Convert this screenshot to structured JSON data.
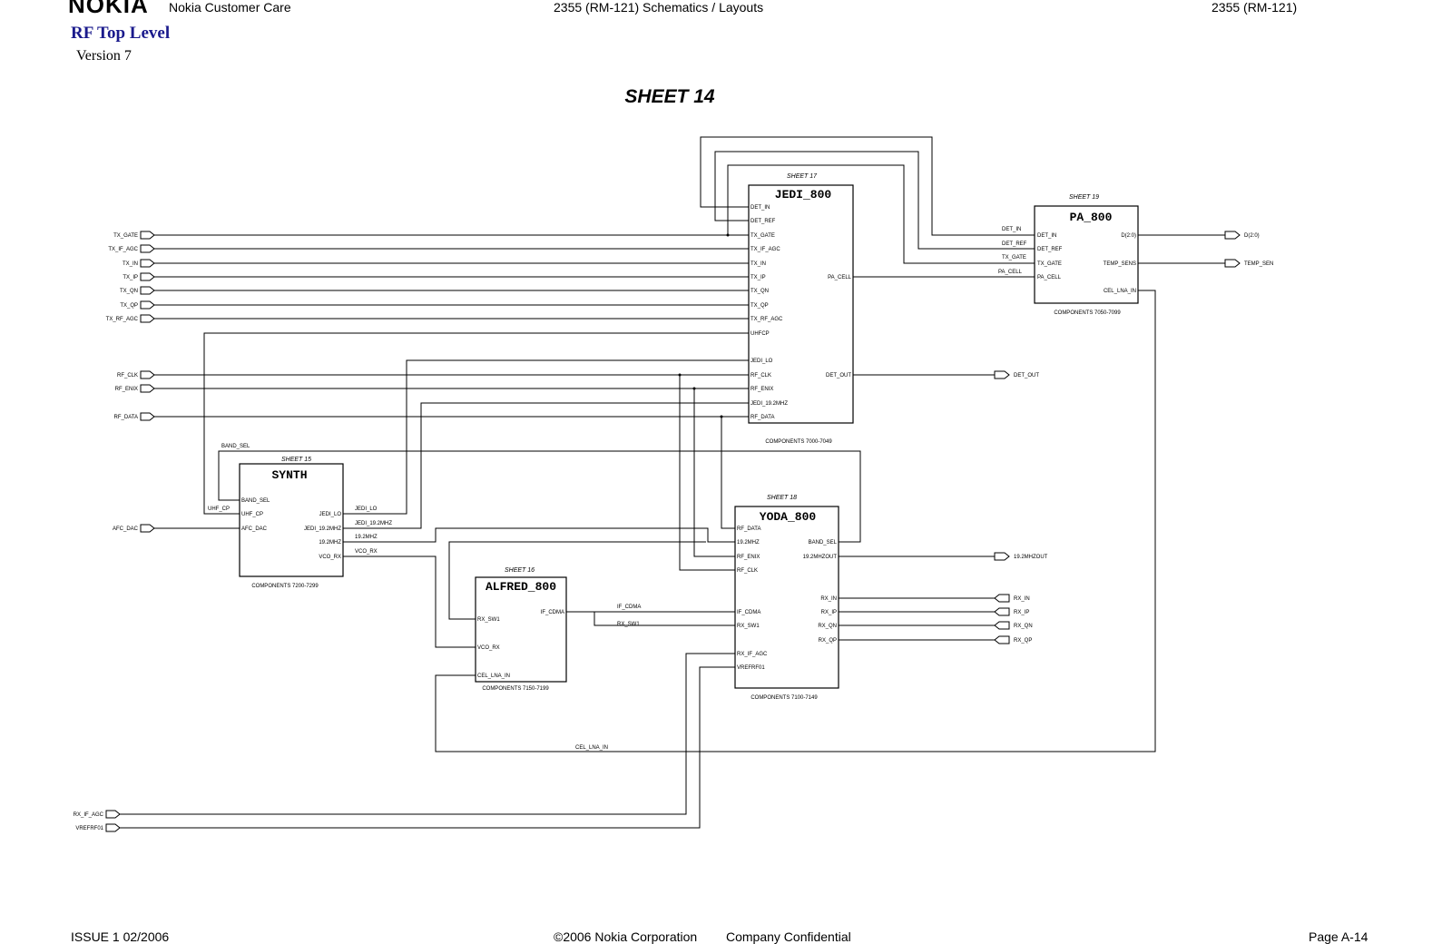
{
  "header": {
    "logo": "NOKIA",
    "left": "Nokia Customer Care",
    "center": "2355 (RM-121)  Schematics / Layouts",
    "right": "2355 (RM-121)"
  },
  "page": {
    "title": "RF Top Level",
    "version": "Version 7"
  },
  "sheet_title": "SHEET 14",
  "blocks": {
    "jedi": {
      "name": "JEDI_800",
      "sheet": "SHEET 17",
      "components": "COMPONENTS 7000-7049",
      "pins_left": [
        "DET_IN",
        "DET_REF",
        "TX_GATE",
        "TX_IF_AGC",
        "TX_IN",
        "TX_IP",
        "TX_QN",
        "TX_QP",
        "TX_RF_AGC",
        "UHFCP",
        "JEDI_LO",
        "RF_CLK",
        "RF_ENIX",
        "JEDI_19.2MHZ",
        "RF_DATA"
      ],
      "pins_right": [
        "PA_CELL",
        "DET_OUT"
      ]
    },
    "pa": {
      "name": "PA_800",
      "sheet": "SHEET 19",
      "components": "COMPONENTS 7050-7099",
      "pins_left": [
        "DET_IN",
        "DET_REF",
        "TX_GATE",
        "PA_CELL"
      ],
      "pins_right": [
        "D(2:0)",
        "TEMP_SENS",
        "CEL_LNA_IN"
      ]
    },
    "synth": {
      "name": "SYNTH",
      "sheet": "SHEET 15",
      "components": "COMPONENTS 7200-7299",
      "pins_left": [
        "BAND_SEL",
        "UHF_CP",
        "AFC_DAC"
      ],
      "pins_right": [
        "JEDI_LO",
        "JEDI_19.2MHZ",
        "19.2MHZ",
        "VCO_RX"
      ]
    },
    "yoda": {
      "name": "YODA_800",
      "sheet": "SHEET 18",
      "components": "COMPONENTS 7100-7149",
      "pins_left": [
        "RF_DATA",
        "19.2MHZ",
        "RF_ENIX",
        "RF_CLK",
        "IF_CDMA",
        "RX_SW1",
        "RX_IF_AGC",
        "VREFRF01"
      ],
      "pins_right": [
        "BAND_SEL",
        "19.2MHZOUT",
        "RX_IN",
        "RX_IP",
        "RX_QN",
        "RX_QP"
      ]
    },
    "alfred": {
      "name": "ALFRED_800",
      "sheet": "SHEET 16",
      "components": "COMPONENTS 7150-7199",
      "pins_left": [
        "RX_SW1",
        "VCO_RX",
        "CEL_LNA_IN"
      ],
      "pins_right": [
        "IF_CDMA"
      ]
    }
  },
  "ports_left": [
    "TX_GATE",
    "TX_IF_AGC",
    "TX_IN",
    "TX_IP",
    "TX_QN",
    "TX_QP",
    "TX_RF_AGC",
    "RF_CLK",
    "RF_ENIX",
    "RF_DATA",
    "AFC_DAC",
    "RX_IF_AGC",
    "VREFRF01"
  ],
  "ports_right": [
    "D(2:0)",
    "TEMP_SEN",
    "DET_OUT",
    "19.2MHZOUT",
    "RX_IN",
    "RX_IP",
    "RX_QN",
    "RX_QP"
  ],
  "net_labels": [
    "DET_IN",
    "DET_REF",
    "TX_GATE",
    "PA_CELL",
    "BAND_SEL",
    "UHF_CP",
    "JEDI_LO",
    "JEDI_19.2MHZ",
    "19.2MHZ",
    "VCO_RX",
    "IF_CDMA",
    "RX_SW1",
    "CEL_LNA_IN"
  ],
  "footer": {
    "left": "ISSUE 1 02/2006",
    "center": "©2006 Nokia Corporation",
    "center2": "Company Confidential",
    "right": "Page A-14"
  }
}
